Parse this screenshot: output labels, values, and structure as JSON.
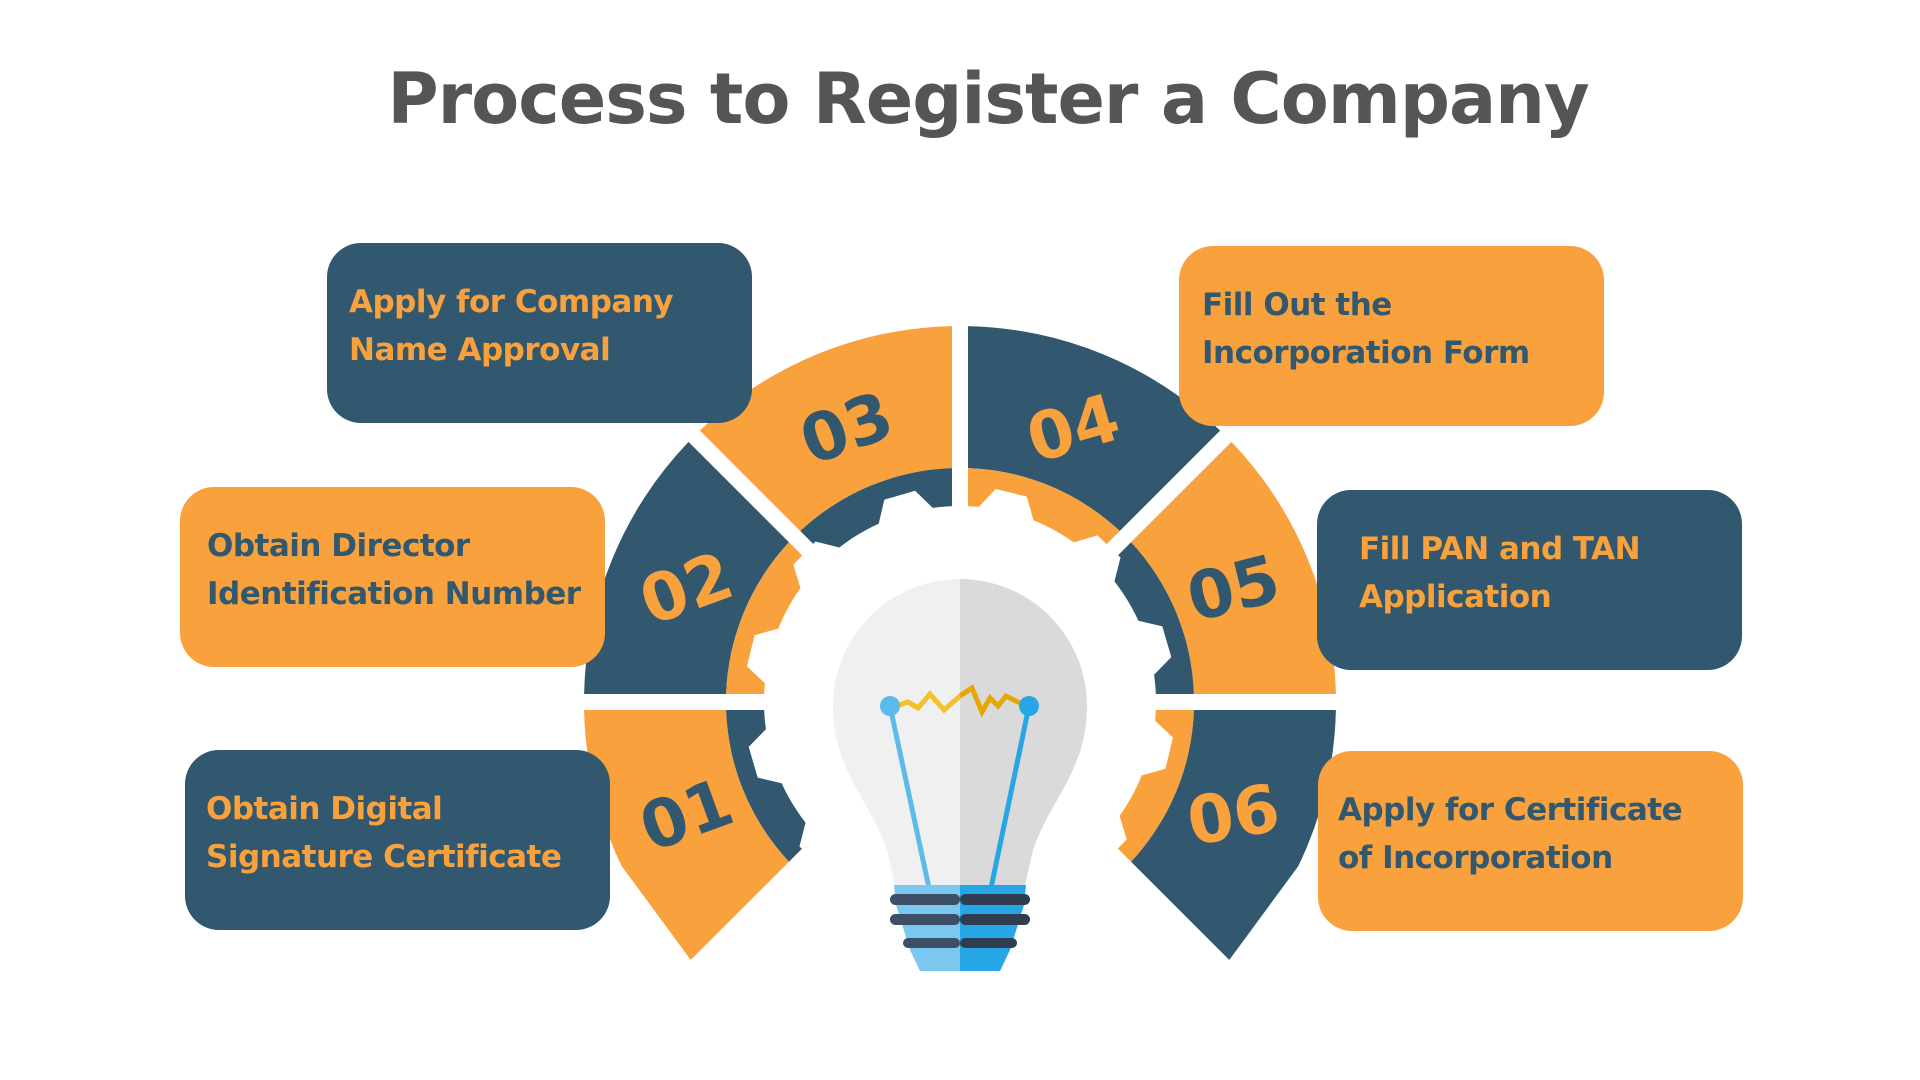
{
  "title": "Process to Register a Company",
  "colors": {
    "orange": "#F9A13C",
    "navy": "#31586F",
    "title_text": "#555555",
    "bulb_glass_light": "#F0F0F0",
    "bulb_glass_shade": "#DADADA",
    "bulb_base_light": "#7AC8F0",
    "bulb_base_shade": "#27A6E6",
    "bulb_stripe_light": "#3E4E66",
    "bulb_stripe_shade": "#2F3D50",
    "filament_light": "#F6C02A",
    "filament_shade": "#E5A800",
    "wire_light": "#5DBBEB",
    "wire_shade": "#27A6E6"
  },
  "steps": [
    {
      "number": "01",
      "label": "Obtain Digital Signature Certificate",
      "line1": "Obtain Digital",
      "line2": "Signature Certificate",
      "segment_color": "orange",
      "box_style": "dark"
    },
    {
      "number": "02",
      "label": "Obtain Director Identification Number",
      "line1": "Obtain Director",
      "line2": "Identification Number",
      "segment_color": "navy",
      "box_style": "light"
    },
    {
      "number": "03",
      "label": "Apply for Company Name Approval",
      "line1": "Apply for Company",
      "line2": "Name Approval",
      "segment_color": "orange",
      "box_style": "dark"
    },
    {
      "number": "04",
      "label": "Fill Out the Incorporation Form",
      "line1": "Fill Out the",
      "line2": "Incorporation Form",
      "segment_color": "navy",
      "box_style": "light"
    },
    {
      "number": "05",
      "label": "Fill PAN and TAN Application",
      "line1": "Fill PAN and TAN",
      "line2": "Application",
      "segment_color": "orange",
      "box_style": "dark"
    },
    {
      "number": "06",
      "label": "Apply for Certificate of Incorporation",
      "line1": "Apply for Certificate",
      "line2": "of Incorporation",
      "segment_color": "navy",
      "box_style": "light"
    }
  ],
  "center_icon": "lightbulb-icon"
}
